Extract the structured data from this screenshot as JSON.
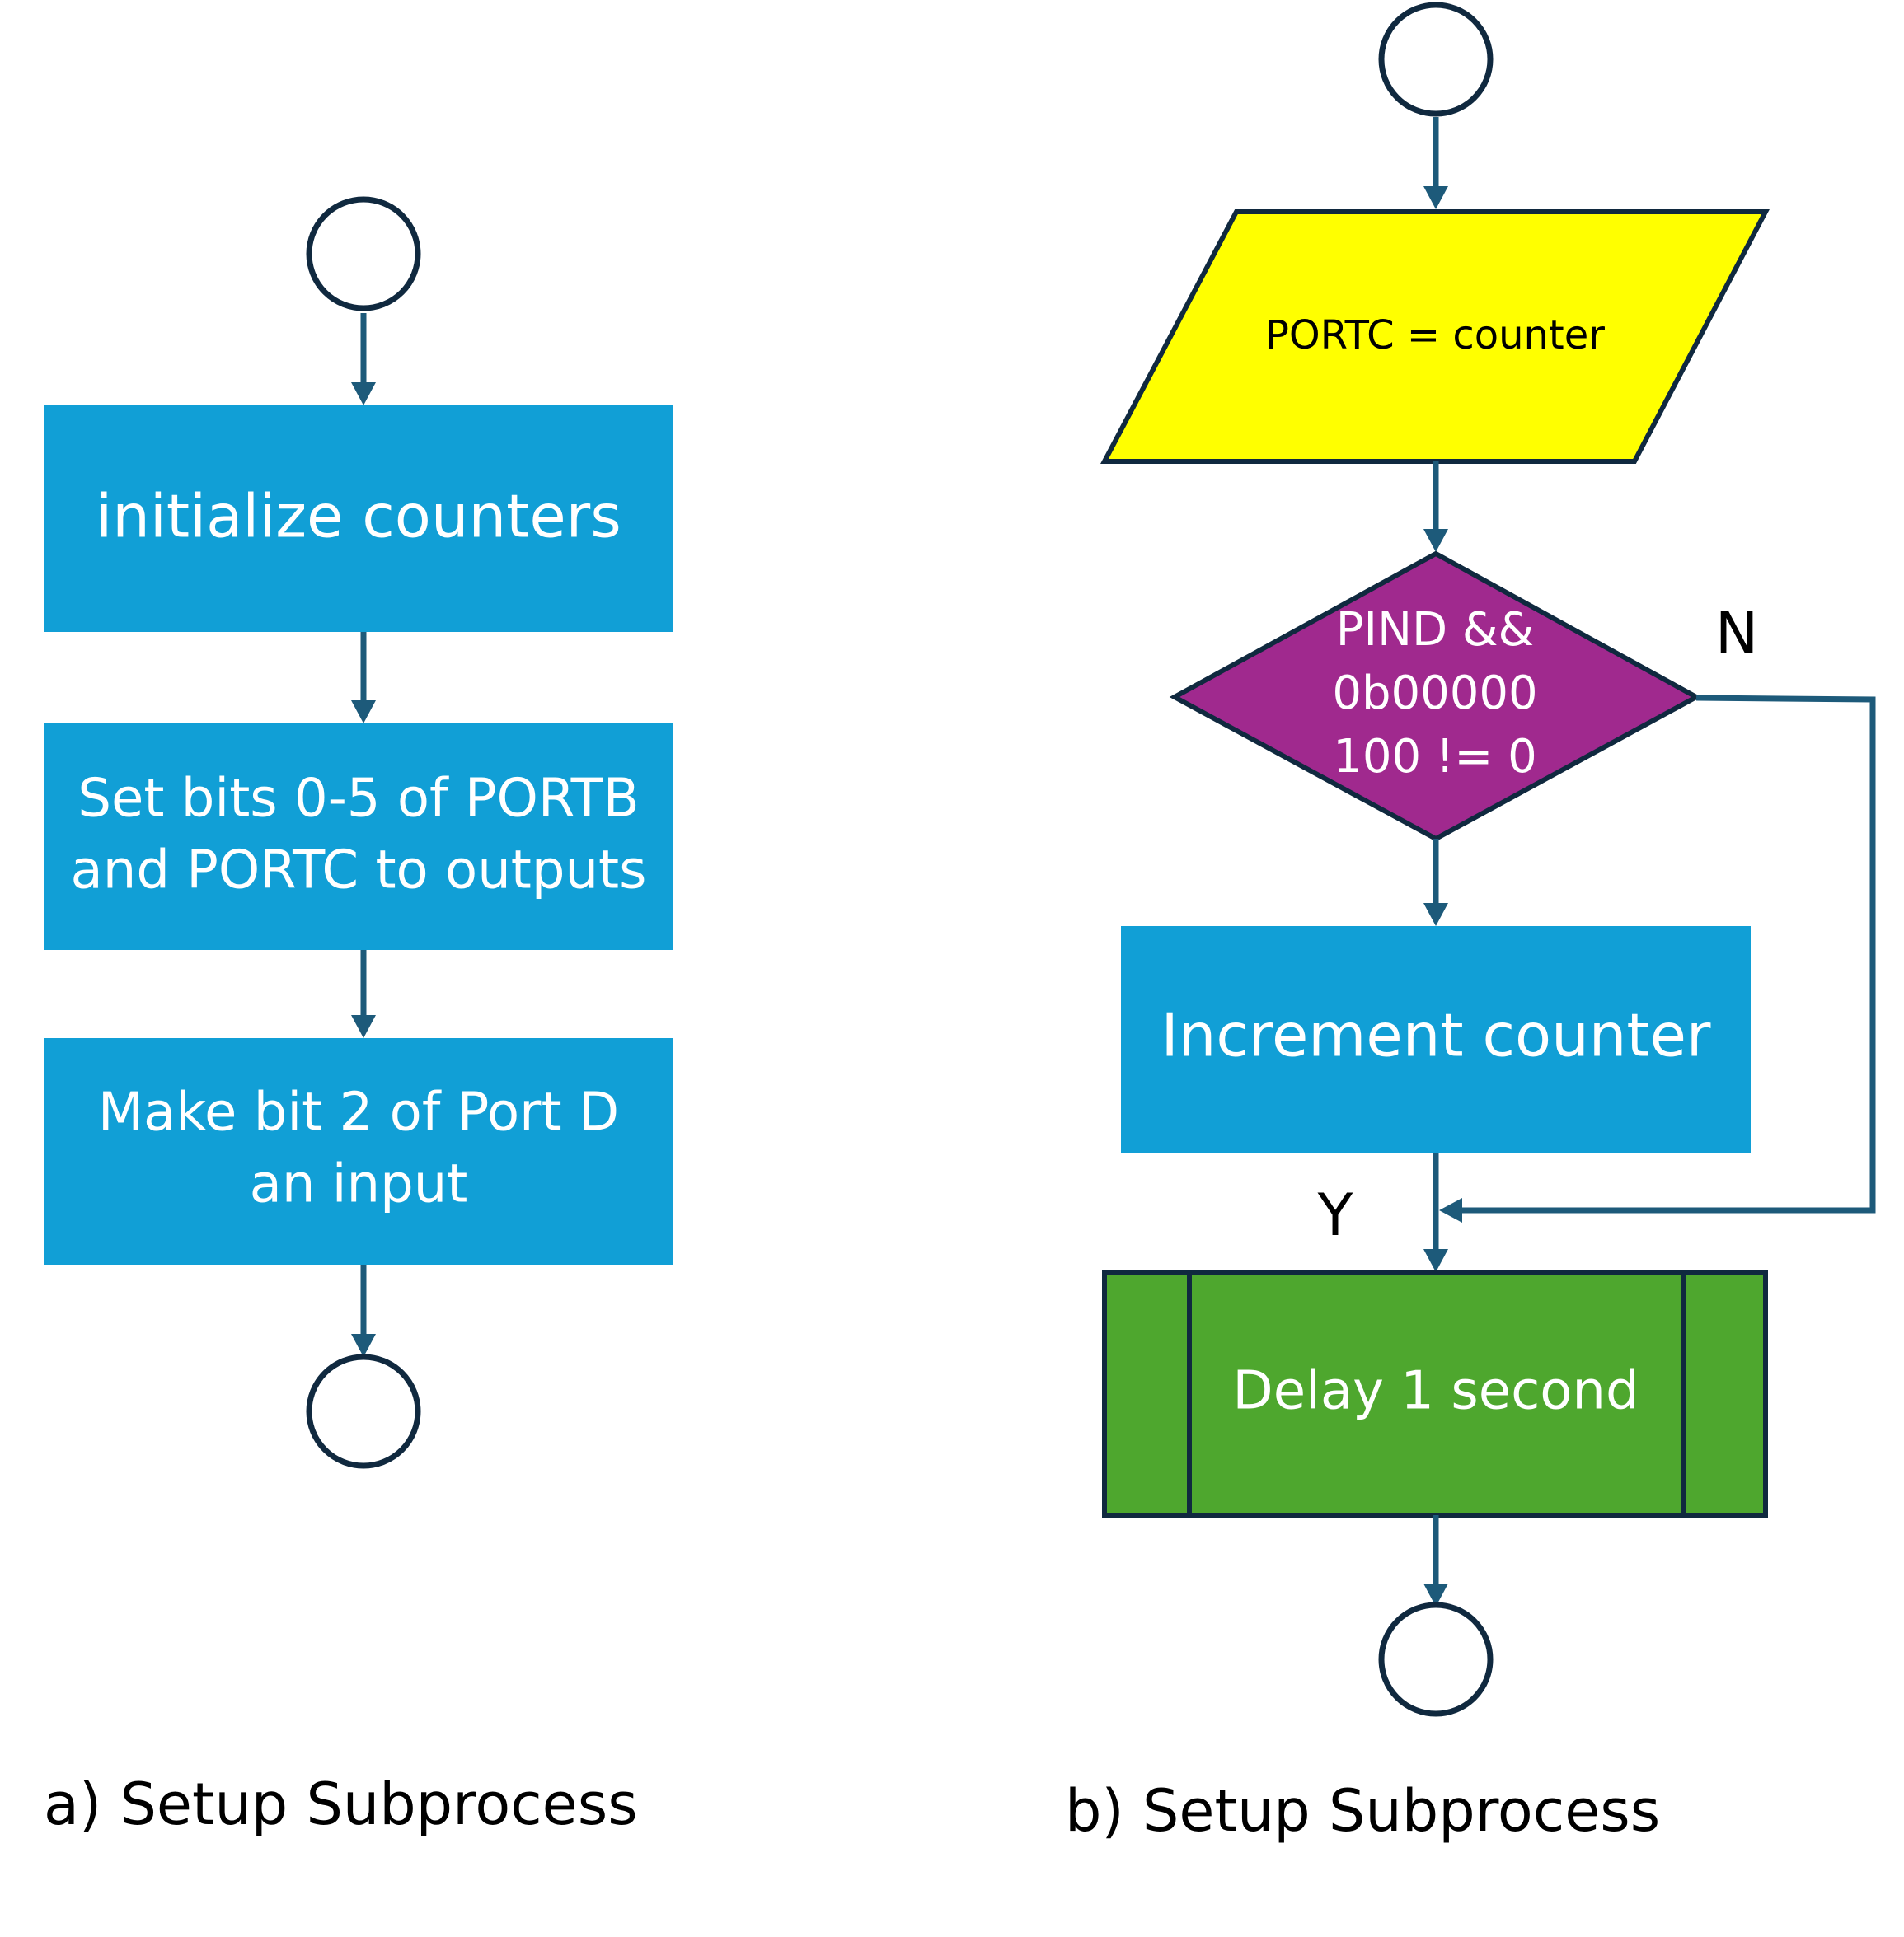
{
  "colors": {
    "process_fill": "#119fd6",
    "io_fill": "#ffff00",
    "decision_fill": "#a0298e",
    "subprocess_fill": "#4ea72e",
    "outline": "#10293f",
    "connector": "#1d5a7a"
  },
  "diagram_a": {
    "caption": "a) Setup Subprocess",
    "steps": [
      {
        "lines": [
          "initialize counters"
        ]
      },
      {
        "lines": [
          "Set bits 0-5 of PORTB",
          "and PORTC to outputs"
        ]
      },
      {
        "lines": [
          "Make bit 2 of Port D",
          "an input"
        ]
      }
    ]
  },
  "diagram_b": {
    "caption": "b) Setup Subprocess",
    "io_step": "PORTC = counter",
    "decision": {
      "lines": [
        "PIND &&",
        "0b00000",
        "100 != 0"
      ]
    },
    "branch_no": "N",
    "branch_yes": "Y",
    "process_step": "Increment counter",
    "subprocess_step": "Delay 1 second"
  }
}
